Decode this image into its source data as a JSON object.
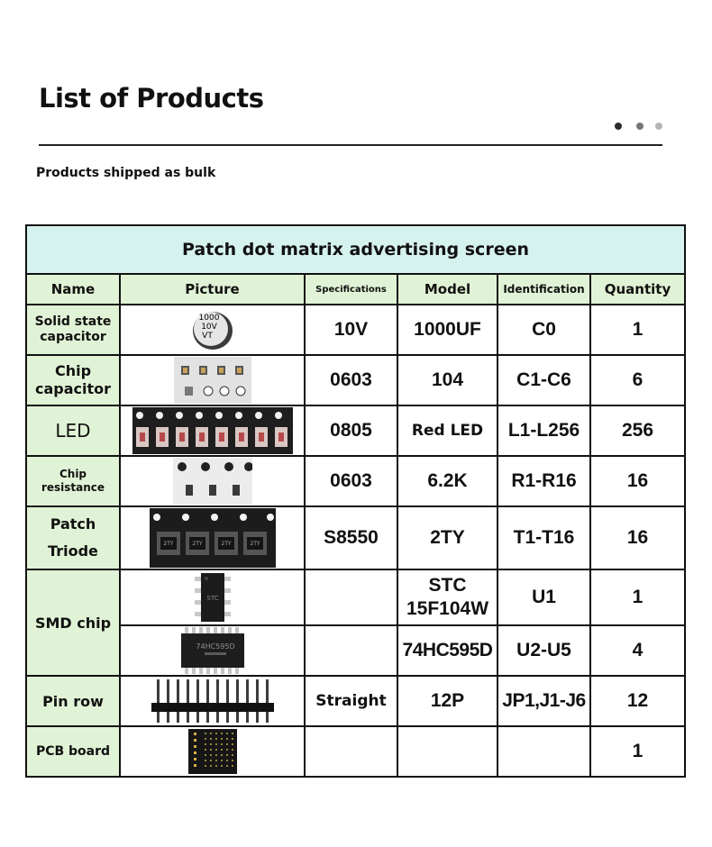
{
  "page": {
    "title": "List of Products",
    "subtitle": "Products shipped as bulk",
    "dot_colors": [
      "#2a2a2a",
      "#777777",
      "#b5b5b5"
    ]
  },
  "table": {
    "caption": "Patch dot matrix advertising screen",
    "headers": {
      "name": "Name",
      "picture": "Picture",
      "specifications": "Specifications",
      "model": "Model",
      "identification": "Identification",
      "quantity": "Quantity"
    },
    "rows": [
      {
        "name": "Solid state capacitor",
        "name_lines": [
          "Solid state",
          "capacitor"
        ],
        "spec": "10V",
        "model": "1000UF",
        "ident": "C0",
        "qty": "1",
        "picture_icon": "electrolytic-capacitor-icon",
        "picture_text": [
          "1000",
          "10V",
          "VT"
        ]
      },
      {
        "name": "Chip capacitor",
        "name_lines": [
          "Chip",
          "capacitor"
        ],
        "spec": "0603",
        "model": "104",
        "ident": "C1-C6",
        "qty": "6",
        "picture_icon": "chip-capacitor-tape-icon"
      },
      {
        "name": "LED",
        "name_lines": [
          "LED"
        ],
        "spec": "0805",
        "model": "Red LED",
        "ident": "L1-L256",
        "qty": "256",
        "picture_icon": "led-tape-icon"
      },
      {
        "name": "Chip resistance",
        "name_lines": [
          "Chip",
          "resistance"
        ],
        "spec": "0603",
        "model": "6.2K",
        "ident": "R1-R16",
        "qty": "16",
        "picture_icon": "chip-resistor-tape-icon"
      },
      {
        "name": "Patch Triode",
        "name_lines": [
          "Patch",
          "Triode"
        ],
        "spec": "S8550",
        "model": "2TY",
        "ident": "T1-T16",
        "qty": "16",
        "picture_icon": "sot23-transistor-tape-icon",
        "picture_text": [
          "2TY"
        ]
      },
      {
        "name": "SMD chip",
        "name_lines": [
          "SMD chip"
        ],
        "spec": "",
        "model": "STC 15F104W",
        "model_lines": [
          "STC",
          "15F104W"
        ],
        "ident": "U1",
        "qty": "1",
        "picture_icon": "soic8-chip-icon",
        "picture_text": [
          "STC"
        ]
      },
      {
        "name": "",
        "spec": "",
        "model": "74HC595D",
        "ident": "U2-U5",
        "qty": "4",
        "picture_icon": "soic16-chip-icon",
        "picture_text": [
          "74HC595D"
        ]
      },
      {
        "name": "Pin row",
        "name_lines": [
          "Pin row"
        ],
        "spec": "Straight",
        "model": "12P",
        "ident": "JP1,J1-J6",
        "qty": "12",
        "picture_icon": "pin-header-icon"
      },
      {
        "name": "PCB board",
        "name_lines": [
          "PCB board"
        ],
        "spec": "",
        "model": "",
        "ident": "",
        "qty": "1",
        "picture_icon": "pcb-board-icon"
      }
    ]
  }
}
